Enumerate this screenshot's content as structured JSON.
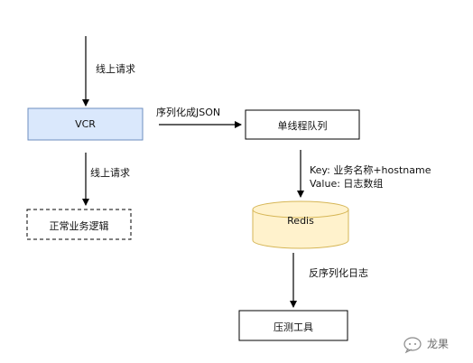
{
  "labels": {
    "top_request": "线上请求",
    "vcr": "VCR",
    "serialize": "序列化成JSON",
    "single_queue": "单线程队列",
    "lower_request": "线上请求",
    "normal_logic": "正常业务逻辑",
    "key_line": "Key: 业务名称+hostname",
    "value_line": "Value: 日志数组",
    "redis": "Redis",
    "deserialize": "反序列化日志",
    "stress_tool": "压测工具"
  },
  "watermark": {
    "text": "龙果",
    "icon": "wechat-bubble-icon"
  },
  "colors": {
    "vcr_fill": "#dae8fc",
    "vcr_stroke": "#6c8ebf",
    "redis_fill": "#fff2cc",
    "redis_stroke": "#d6b656",
    "line": "#000000"
  }
}
